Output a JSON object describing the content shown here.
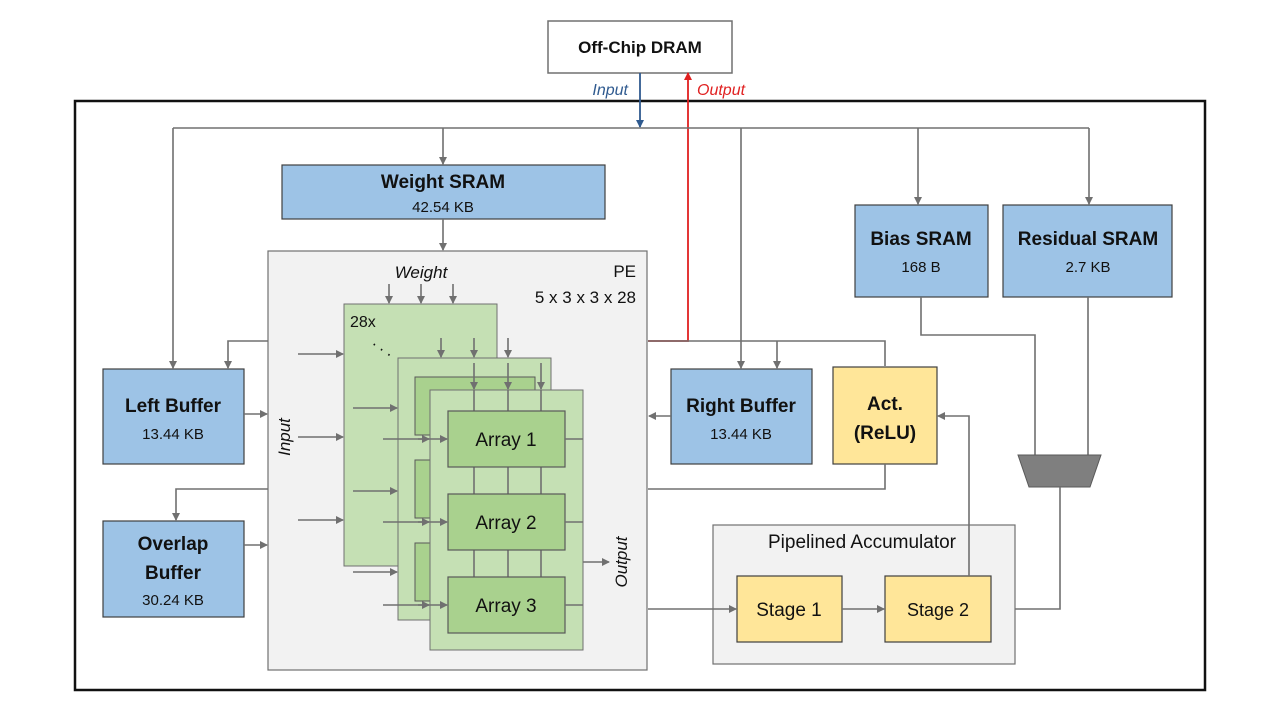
{
  "dram": {
    "label": "Off-Chip DRAM",
    "input_label": "Input",
    "output_label": "Output",
    "input_color": "#2f5a8f",
    "output_color": "#e02020"
  },
  "weight_sram": {
    "title": "Weight SRAM",
    "size": "42.54 KB"
  },
  "bias_sram": {
    "title": "Bias SRAM",
    "size": "168 B"
  },
  "residual_sram": {
    "title": "Residual SRAM",
    "size": "2.7 KB"
  },
  "left_buffer": {
    "title": "Left Buffer",
    "size": "13.44 KB"
  },
  "overlap_buffer": {
    "title_line1": "Overlap",
    "title_line2": "Buffer",
    "size": "30.24 KB"
  },
  "right_buffer": {
    "title": "Right Buffer",
    "size": "13.44 KB"
  },
  "activation": {
    "line1": "Act.",
    "line2": "(ReLU)"
  },
  "pe": {
    "label": "PE",
    "dims": "5 x 3 x 3 x 28",
    "weight_label": "Weight",
    "input_label": "Input",
    "output_label": "Output",
    "count_label": "28x",
    "ellipsis": ". . .",
    "arrays": [
      "Array 1",
      "Array 2",
      "Array 3"
    ]
  },
  "accumulator": {
    "title": "Pipelined Accumulator",
    "stages": [
      "Stage 1",
      "Stage 2"
    ]
  },
  "colors": {
    "memory": "#9dc3e6",
    "logic": "#ffe699",
    "pe_bg": "#f2f2f2",
    "array_sheet": "#c5e0b4",
    "array_cell": "#a9d18e",
    "border": "#3f3f3f"
  }
}
